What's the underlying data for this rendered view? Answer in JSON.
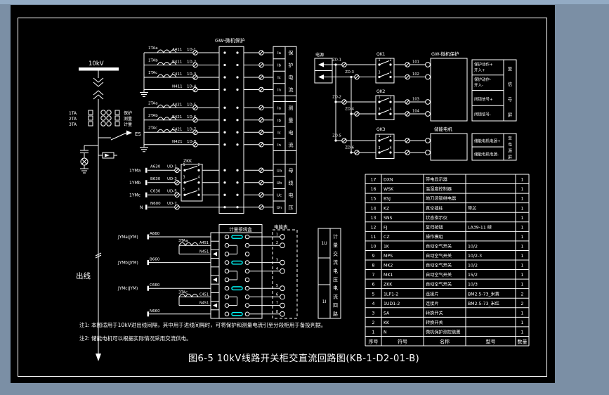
{
  "window": {
    "border_color": "#7b8fa5",
    "top_band_color": "#93abc4",
    "canvas_color": "#000000",
    "line_color": "#ffffff",
    "accent_cyan": "#00ffff"
  },
  "title_block": {
    "title": "图6-5 10kV线路开关柜交直流回路图(KB-1-D2-01-B)"
  },
  "notes": {
    "note1": "注1: 本图适用于10kV进出线间隔，其中用于进线间隔时，可将保护和测量电流引至分段柜用于备投判据。",
    "note2": "注2: 储能电机可以根据实际情况采用交流供电。"
  },
  "single_line": {
    "bus_voltage": "10kV",
    "ct_rows": [
      {
        "label": "1TA",
        "use": "保护"
      },
      {
        "label": "2TA",
        "use": "测量"
      },
      {
        "label": "3TA",
        "use": "计量"
      }
    ],
    "earth_switch": "ES",
    "feeder_label": "出线"
  },
  "protection_header": "GW-微机保护",
  "ct_secondary": {
    "groups": [
      {
        "phases": [
          "1TAa",
          "1TAb",
          "1TAc"
        ],
        "wires": [
          "A411",
          "B411",
          "C411",
          "N411"
        ],
        "terminals": [
          "1D-1",
          "1D-2",
          "1D-3",
          "1D-4"
        ]
      },
      {
        "phases": [
          "2TAa",
          "2TAb",
          "2TAc"
        ],
        "wires": [
          "A421",
          "B421",
          "C421",
          "N421"
        ],
        "terminals": [
          "1D-5",
          "1D-6",
          "1D-7",
          "1D-8"
        ]
      }
    ]
  },
  "analog_table": {
    "groups": [
      {
        "cells": [
          "Ia",
          "Ib",
          "Ic",
          "In"
        ],
        "label": "保护电流"
      },
      {
        "cells": [
          "Ia",
          "Ib",
          "Ic",
          "In"
        ],
        "label": "测量电流"
      },
      {
        "cells": [
          "Ua",
          "Ub",
          "Uc",
          "Un"
        ],
        "label": "母线电压"
      }
    ]
  },
  "voltage_circuit": {
    "bus_labels": [
      "1YMa",
      "1YMb",
      "1YMc"
    ],
    "neutral_label": "N",
    "wires": [
      "A630",
      "B630",
      "C630",
      "N600"
    ],
    "terminals": [
      "UD-1",
      "UD-3",
      "UD-5",
      "UD-7"
    ],
    "switch_label": "ZKK",
    "contact_numbers": [
      "1",
      "2",
      "3",
      "4",
      "5",
      "6"
    ]
  },
  "metering": {
    "junction_box_header": "计量接线盒",
    "meter_header": "电能表",
    "rows": [
      {
        "label": "JYMa(JYM)",
        "wire": "A660"
      },
      {
        "label": "JYMb(JYM)",
        "wire": "B660"
      },
      {
        "label": "JYMc(JYM)",
        "wire": "C660"
      }
    ],
    "neutral_wire": "N660",
    "cts": [
      {
        "name": "3TAa",
        "wires": [
          "A451",
          "N451"
        ]
      },
      {
        "name": "3TAc",
        "wires": [
          "C451",
          "N451"
        ]
      }
    ],
    "meter_terminals": [
      "1",
      "2",
      "3",
      "4",
      "5",
      "6",
      "7",
      "8"
    ],
    "side_table": {
      "top_cell": "1U",
      "bottom_cell": "1I",
      "vertical_label": "计量交流电压电流回路"
    }
  },
  "control": {
    "source_label": "电源",
    "fuses": [
      "ZD-1",
      "ZD-3",
      "ZD-2",
      "ZD-4",
      "ZD-5",
      "ZD-6"
    ],
    "switches": [
      "QK1",
      "QK2",
      "QK3"
    ],
    "contact_numbers": [
      "1",
      "2",
      "3",
      "4"
    ],
    "wire_numbers": [
      "101",
      "102",
      "103",
      "104"
    ],
    "device_header": "GW-微机保护",
    "motor_header": "储能电机",
    "signal_table": {
      "rows": [
        [
          "保护动作+",
          "开入+"
        ],
        [
          "保护动作-",
          "开入-"
        ],
        [
          "闭锁信号+"
        ],
        [
          "闭锁信号-"
        ]
      ],
      "vertical_label": "至信号屏"
    },
    "motor_table": {
      "rows": [
        "储能电机电源+",
        "储能电机电源-"
      ],
      "vertical_label": "至电源屏"
    }
  },
  "bom": {
    "headers": [
      "序号",
      "符号",
      "名称",
      "型号",
      "数量"
    ],
    "rows": [
      [
        "17",
        "DXN",
        "带电显示器",
        "",
        "1"
      ],
      [
        "16",
        "WSK",
        "温湿度控制器",
        "",
        "1"
      ],
      [
        "15",
        "BSJ",
        "地刀闭锁继电器",
        "",
        "1"
      ],
      [
        "14",
        "KZ",
        "真空插柱",
        "带芯",
        "1"
      ],
      [
        "13",
        "SNS",
        "状态指示仪",
        "",
        "1"
      ],
      [
        "12",
        "FJ",
        "复归按钮",
        "LA39-11 绿",
        "1"
      ],
      [
        "11",
        "CZ",
        "操作模组",
        "",
        "1"
      ],
      [
        "10",
        "1K",
        "自动空气开关",
        "10/2",
        "1"
      ],
      [
        "9",
        "MPS",
        "自动空气开关",
        "10/2-3",
        "1"
      ],
      [
        "8",
        "MK2",
        "自动空气开关",
        "10/2",
        "1"
      ],
      [
        "7",
        "MK1",
        "自动空气开关",
        "15/2",
        "1"
      ],
      [
        "6",
        "ZKK",
        "自动空气开关",
        "10/3",
        "1"
      ],
      [
        "5",
        "1LP1-2",
        "连接片",
        "BM2.5-73_米黄",
        "2"
      ],
      [
        "4",
        "1UD1-2",
        "连接片",
        "BM2.5-73_米红",
        "2"
      ],
      [
        "3",
        "SA",
        "转换开关",
        "",
        "1"
      ],
      [
        "2",
        "KK",
        "转换开关",
        "",
        "1"
      ],
      [
        "1",
        "N",
        "微机保护测控装置",
        "",
        "1"
      ]
    ]
  }
}
